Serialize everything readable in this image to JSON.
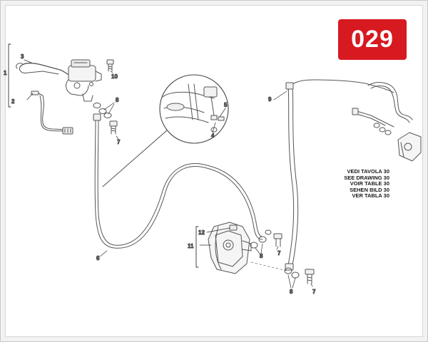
{
  "page_number": "029",
  "colors": {
    "badge": "#d71920",
    "line": "#555555",
    "ink": "#1a1a1a"
  },
  "callouts": {
    "c1": "1",
    "c2": "2",
    "c3": "3",
    "c4": "4",
    "c5": "5",
    "c6": "6",
    "c7a": "7",
    "c7b": "7",
    "c7c": "7",
    "c8a": "8",
    "c8b": "8",
    "c8c": "8",
    "c9": "9",
    "c10": "10",
    "c11": "11",
    "c12": "12"
  },
  "reference_note": [
    "VEDI TAVOLA 30",
    "SEE DRAWING 30",
    "VOIR TABLE 30",
    "SEHEN BILD 30",
    "VER TABLA 30"
  ]
}
